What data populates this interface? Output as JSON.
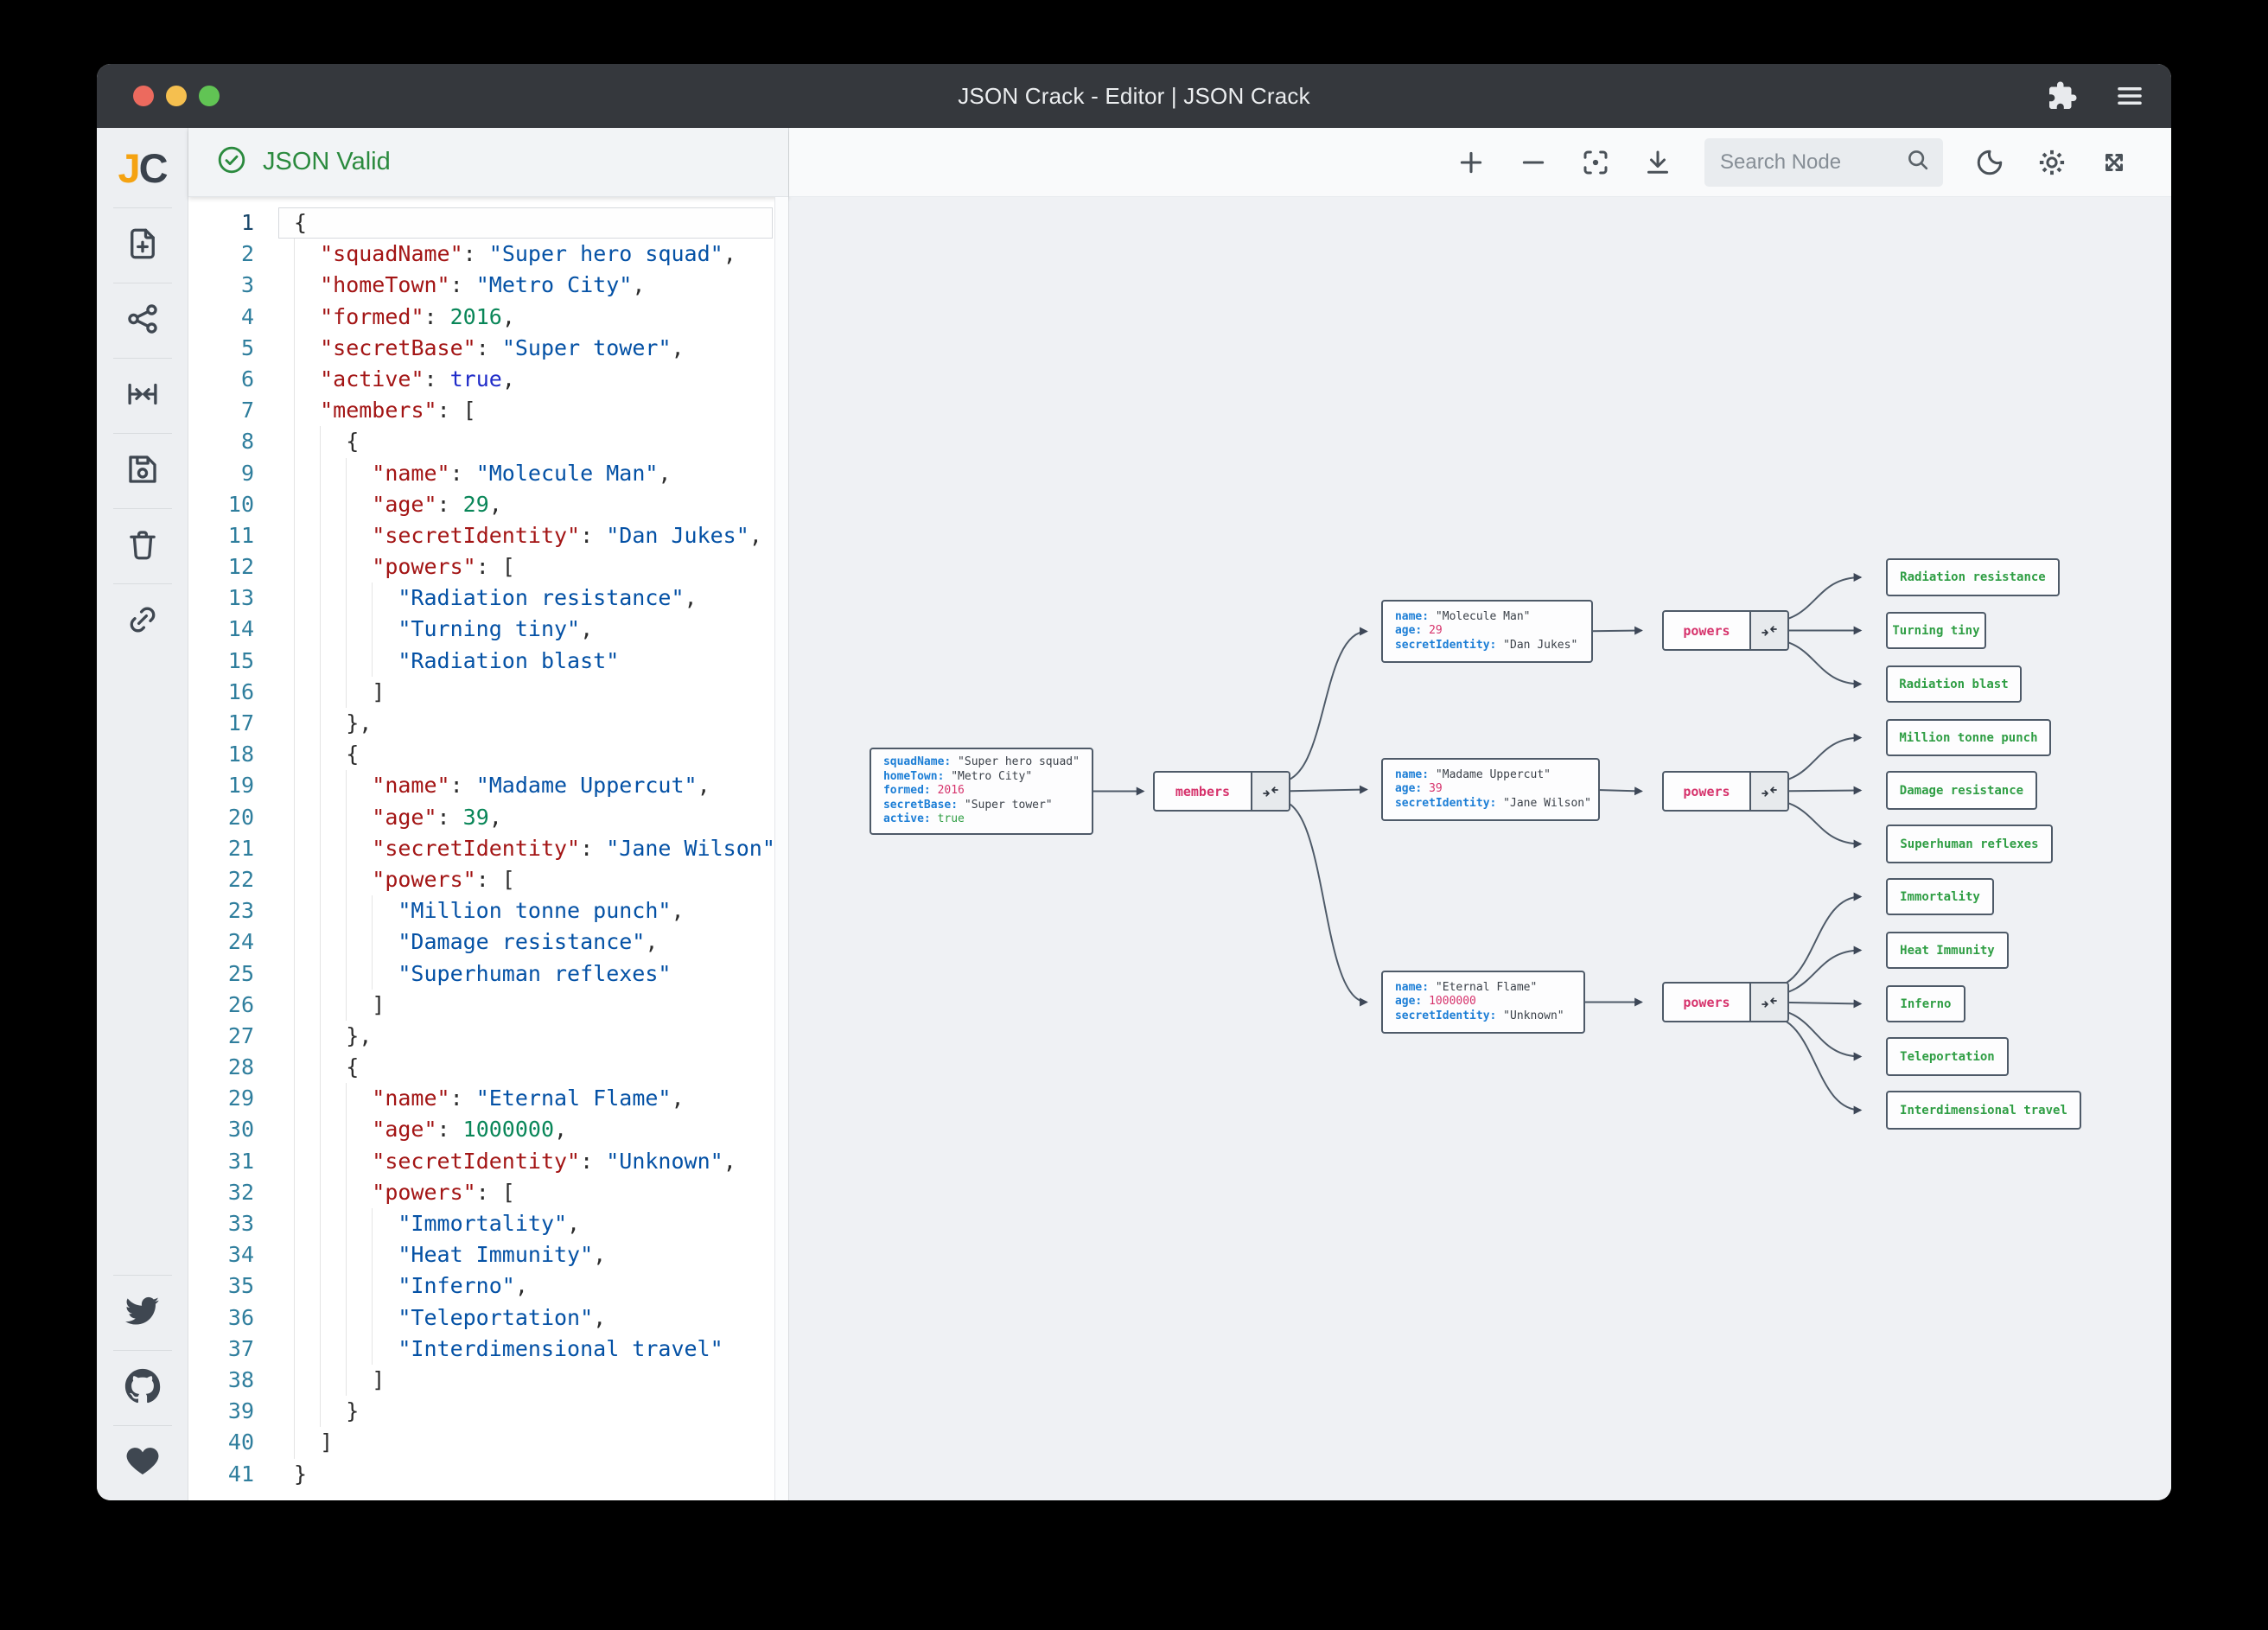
{
  "titlebar": {
    "title": "JSON Crack - Editor | JSON Crack",
    "traffic_lights": [
      "close",
      "minimize",
      "zoom"
    ],
    "right_icons": [
      "extension-puzzle-icon",
      "menu-icon"
    ]
  },
  "sidebar": {
    "logo_j": "J",
    "logo_c": "C",
    "top_icons": [
      "new-file-icon",
      "graph-icon",
      "collapse-horizontal-icon",
      "save-icon",
      "trash-icon",
      "link-icon"
    ],
    "bottom_icons": [
      "twitter-icon",
      "github-icon",
      "heart-icon"
    ]
  },
  "editor": {
    "status_label": "JSON Valid",
    "status_icon": "check-circle-icon",
    "lines": [
      {
        "i": 0,
        "t": [
          [
            "p",
            "{"
          ]
        ]
      },
      {
        "i": 1,
        "t": [
          [
            "k",
            "\"squadName\""
          ],
          [
            "p",
            ": "
          ],
          [
            "s",
            "\"Super hero squad\""
          ],
          [
            "p",
            ","
          ]
        ]
      },
      {
        "i": 1,
        "t": [
          [
            "k",
            "\"homeTown\""
          ],
          [
            "p",
            ": "
          ],
          [
            "s",
            "\"Metro City\""
          ],
          [
            "p",
            ","
          ]
        ]
      },
      {
        "i": 1,
        "t": [
          [
            "k",
            "\"formed\""
          ],
          [
            "p",
            ": "
          ],
          [
            "n",
            "2016"
          ],
          [
            "p",
            ","
          ]
        ]
      },
      {
        "i": 1,
        "t": [
          [
            "k",
            "\"secretBase\""
          ],
          [
            "p",
            ": "
          ],
          [
            "s",
            "\"Super tower\""
          ],
          [
            "p",
            ","
          ]
        ]
      },
      {
        "i": 1,
        "t": [
          [
            "k",
            "\"active\""
          ],
          [
            "p",
            ": "
          ],
          [
            "b",
            "true"
          ],
          [
            "p",
            ","
          ]
        ]
      },
      {
        "i": 1,
        "t": [
          [
            "k",
            "\"members\""
          ],
          [
            "p",
            ": ["
          ]
        ]
      },
      {
        "i": 2,
        "t": [
          [
            "p",
            "{"
          ]
        ]
      },
      {
        "i": 3,
        "t": [
          [
            "k",
            "\"name\""
          ],
          [
            "p",
            ": "
          ],
          [
            "s",
            "\"Molecule Man\""
          ],
          [
            "p",
            ","
          ]
        ]
      },
      {
        "i": 3,
        "t": [
          [
            "k",
            "\"age\""
          ],
          [
            "p",
            ": "
          ],
          [
            "n",
            "29"
          ],
          [
            "p",
            ","
          ]
        ]
      },
      {
        "i": 3,
        "t": [
          [
            "k",
            "\"secretIdentity\""
          ],
          [
            "p",
            ": "
          ],
          [
            "s",
            "\"Dan Jukes\""
          ],
          [
            "p",
            ","
          ]
        ]
      },
      {
        "i": 3,
        "t": [
          [
            "k",
            "\"powers\""
          ],
          [
            "p",
            ": ["
          ]
        ]
      },
      {
        "i": 4,
        "t": [
          [
            "s",
            "\"Radiation resistance\""
          ],
          [
            "p",
            ","
          ]
        ]
      },
      {
        "i": 4,
        "t": [
          [
            "s",
            "\"Turning tiny\""
          ],
          [
            "p",
            ","
          ]
        ]
      },
      {
        "i": 4,
        "t": [
          [
            "s",
            "\"Radiation blast\""
          ]
        ]
      },
      {
        "i": 3,
        "t": [
          [
            "p",
            "]"
          ]
        ]
      },
      {
        "i": 2,
        "t": [
          [
            "p",
            "},"
          ]
        ]
      },
      {
        "i": 2,
        "t": [
          [
            "p",
            "{"
          ]
        ]
      },
      {
        "i": 3,
        "t": [
          [
            "k",
            "\"name\""
          ],
          [
            "p",
            ": "
          ],
          [
            "s",
            "\"Madame Uppercut\""
          ],
          [
            "p",
            ","
          ]
        ]
      },
      {
        "i": 3,
        "t": [
          [
            "k",
            "\"age\""
          ],
          [
            "p",
            ": "
          ],
          [
            "n",
            "39"
          ],
          [
            "p",
            ","
          ]
        ]
      },
      {
        "i": 3,
        "t": [
          [
            "k",
            "\"secretIdentity\""
          ],
          [
            "p",
            ": "
          ],
          [
            "s",
            "\"Jane Wilson\""
          ],
          [
            "p",
            ","
          ]
        ]
      },
      {
        "i": 3,
        "t": [
          [
            "k",
            "\"powers\""
          ],
          [
            "p",
            ": ["
          ]
        ]
      },
      {
        "i": 4,
        "t": [
          [
            "s",
            "\"Million tonne punch\""
          ],
          [
            "p",
            ","
          ]
        ]
      },
      {
        "i": 4,
        "t": [
          [
            "s",
            "\"Damage resistance\""
          ],
          [
            "p",
            ","
          ]
        ]
      },
      {
        "i": 4,
        "t": [
          [
            "s",
            "\"Superhuman reflexes\""
          ]
        ]
      },
      {
        "i": 3,
        "t": [
          [
            "p",
            "]"
          ]
        ]
      },
      {
        "i": 2,
        "t": [
          [
            "p",
            "},"
          ]
        ]
      },
      {
        "i": 2,
        "t": [
          [
            "p",
            "{"
          ]
        ]
      },
      {
        "i": 3,
        "t": [
          [
            "k",
            "\"name\""
          ],
          [
            "p",
            ": "
          ],
          [
            "s",
            "\"Eternal Flame\""
          ],
          [
            "p",
            ","
          ]
        ]
      },
      {
        "i": 3,
        "t": [
          [
            "k",
            "\"age\""
          ],
          [
            "p",
            ": "
          ],
          [
            "n",
            "1000000"
          ],
          [
            "p",
            ","
          ]
        ]
      },
      {
        "i": 3,
        "t": [
          [
            "k",
            "\"secretIdentity\""
          ],
          [
            "p",
            ": "
          ],
          [
            "s",
            "\"Unknown\""
          ],
          [
            "p",
            ","
          ]
        ]
      },
      {
        "i": 3,
        "t": [
          [
            "k",
            "\"powers\""
          ],
          [
            "p",
            ": ["
          ]
        ]
      },
      {
        "i": 4,
        "t": [
          [
            "s",
            "\"Immortality\""
          ],
          [
            "p",
            ","
          ]
        ]
      },
      {
        "i": 4,
        "t": [
          [
            "s",
            "\"Heat Immunity\""
          ],
          [
            "p",
            ","
          ]
        ]
      },
      {
        "i": 4,
        "t": [
          [
            "s",
            "\"Inferno\""
          ],
          [
            "p",
            ","
          ]
        ]
      },
      {
        "i": 4,
        "t": [
          [
            "s",
            "\"Teleportation\""
          ],
          [
            "p",
            ","
          ]
        ]
      },
      {
        "i": 4,
        "t": [
          [
            "s",
            "\"Interdimensional travel\""
          ]
        ]
      },
      {
        "i": 3,
        "t": [
          [
            "p",
            "]"
          ]
        ]
      },
      {
        "i": 2,
        "t": [
          [
            "p",
            "}"
          ]
        ]
      },
      {
        "i": 1,
        "t": [
          [
            "p",
            "]"
          ]
        ]
      },
      {
        "i": 0,
        "t": [
          [
            "p",
            "}"
          ]
        ]
      }
    ]
  },
  "graph_toolbar": {
    "search_placeholder": "Search Node",
    "icons": [
      "zoom-in-icon",
      "zoom-out-icon",
      "center-focus-icon",
      "download-icon",
      "search-icon",
      "dark-mode-icon",
      "settings-icon",
      "fullscreen-icon"
    ]
  },
  "graph": {
    "root_node": {
      "fields": [
        [
          "squadName",
          "\"Super hero squad\"",
          "string"
        ],
        [
          "homeTown",
          "\"Metro City\"",
          "string"
        ],
        [
          "formed",
          "2016",
          "number"
        ],
        [
          "secretBase",
          "\"Super tower\"",
          "string"
        ],
        [
          "active",
          "true",
          "boolean"
        ]
      ]
    },
    "members_label": "members",
    "powers_label": "powers",
    "member_nodes": [
      {
        "fields": [
          [
            "name",
            "\"Molecule Man\"",
            "string"
          ],
          [
            "age",
            "29",
            "number"
          ],
          [
            "secretIdentity",
            "\"Dan Jukes\"",
            "string"
          ]
        ]
      },
      {
        "fields": [
          [
            "name",
            "\"Madame Uppercut\"",
            "string"
          ],
          [
            "age",
            "39",
            "number"
          ],
          [
            "secretIdentity",
            "\"Jane Wilson\"",
            "string"
          ]
        ]
      },
      {
        "fields": [
          [
            "name",
            "\"Eternal Flame\"",
            "string"
          ],
          [
            "age",
            "1000000",
            "number"
          ],
          [
            "secretIdentity",
            "\"Unknown\"",
            "string"
          ]
        ]
      }
    ],
    "powers_leaves": [
      [
        "Radiation resistance",
        "Turning tiny",
        "Radiation blast"
      ],
      [
        "Million tonne punch",
        "Damage resistance",
        "Superhuman reflexes"
      ],
      [
        "Immortality",
        "Heat Immunity",
        "Inferno",
        "Teleportation",
        "Interdimensional travel"
      ]
    ],
    "colors": {
      "key": "#1c7ed6",
      "string": "#3b4149",
      "number": "#d6336c",
      "boolean": "#2f9e44",
      "leaf": "#2f9e44",
      "label": "#d6336c",
      "edge": "#4e5a68"
    }
  }
}
